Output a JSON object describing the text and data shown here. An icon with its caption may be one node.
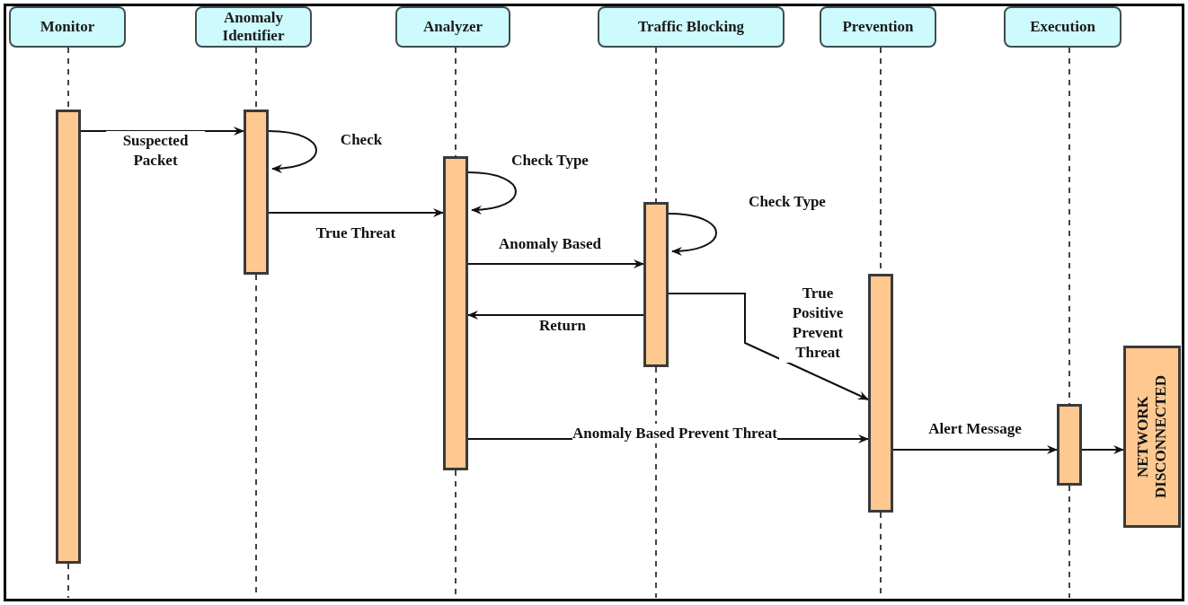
{
  "diagram": {
    "nodes": [
      {
        "text": [
          "Monitor"
        ]
      },
      {
        "text": [
          "Anomaly Identifier"
        ]
      },
      {
        "text": [
          "Analyzer"
        ]
      },
      {
        "text": [
          "Traffic Blocking"
        ]
      },
      {
        "text": [
          "Prevention"
        ]
      },
      {
        "text": [
          "Execution"
        ]
      },
      {
        "text": [],
        "shape": "bar"
      },
      {
        "text": [],
        "shape": "bar"
      },
      {
        "text": [],
        "shape": "bar"
      },
      {
        "text": [],
        "shape": "bar"
      },
      {
        "text": [],
        "shape": "bar"
      },
      {
        "text": [],
        "shape": "bar"
      },
      {
        "text": [
          "NETWORK DISCONNECTED"
        ]
      }
    ],
    "edges": [
      {
        "from": 6,
        "to": 7,
        "arrow": "to",
        "label": "Suspected Packet"
      },
      {
        "from": 7,
        "to": 7,
        "arrow": "to",
        "label": "Check"
      },
      {
        "from": 7,
        "to": 8,
        "arrow": "to",
        "label": "True Threat"
      },
      {
        "from": 8,
        "to": 8,
        "arrow": "to",
        "label": "Check Type"
      },
      {
        "from": 8,
        "to": 9,
        "arrow": "to",
        "label": "Anomaly Based"
      },
      {
        "from": 9,
        "to": 9,
        "arrow": "to",
        "label": "Check Type"
      },
      {
        "from": 9,
        "to": 8,
        "arrow": "to",
        "label": "Return"
      },
      {
        "from": 9,
        "to": 10,
        "arrow": "to",
        "label": "True Positive Prevent Threat"
      },
      {
        "from": 8,
        "to": 10,
        "arrow": "to",
        "label": "Anomaly Based Prevent Threat"
      },
      {
        "from": 10,
        "to": 11,
        "arrow": "to",
        "label": "Alert Message"
      },
      {
        "from": 11,
        "to": 12,
        "arrow": "to"
      },
      {
        "from": 0,
        "to": 6,
        "arrow": "none",
        "style": "dashed"
      },
      {
        "from": 1,
        "to": 7,
        "arrow": "none",
        "style": "dashed"
      },
      {
        "from": 2,
        "to": 8,
        "arrow": "none",
        "style": "dashed"
      },
      {
        "from": 3,
        "to": 9,
        "arrow": "none",
        "style": "dashed"
      },
      {
        "from": 4,
        "to": 10,
        "arrow": "none",
        "style": "dashed"
      },
      {
        "from": 5,
        "to": 11,
        "arrow": "none",
        "style": "dashed"
      }
    ]
  }
}
